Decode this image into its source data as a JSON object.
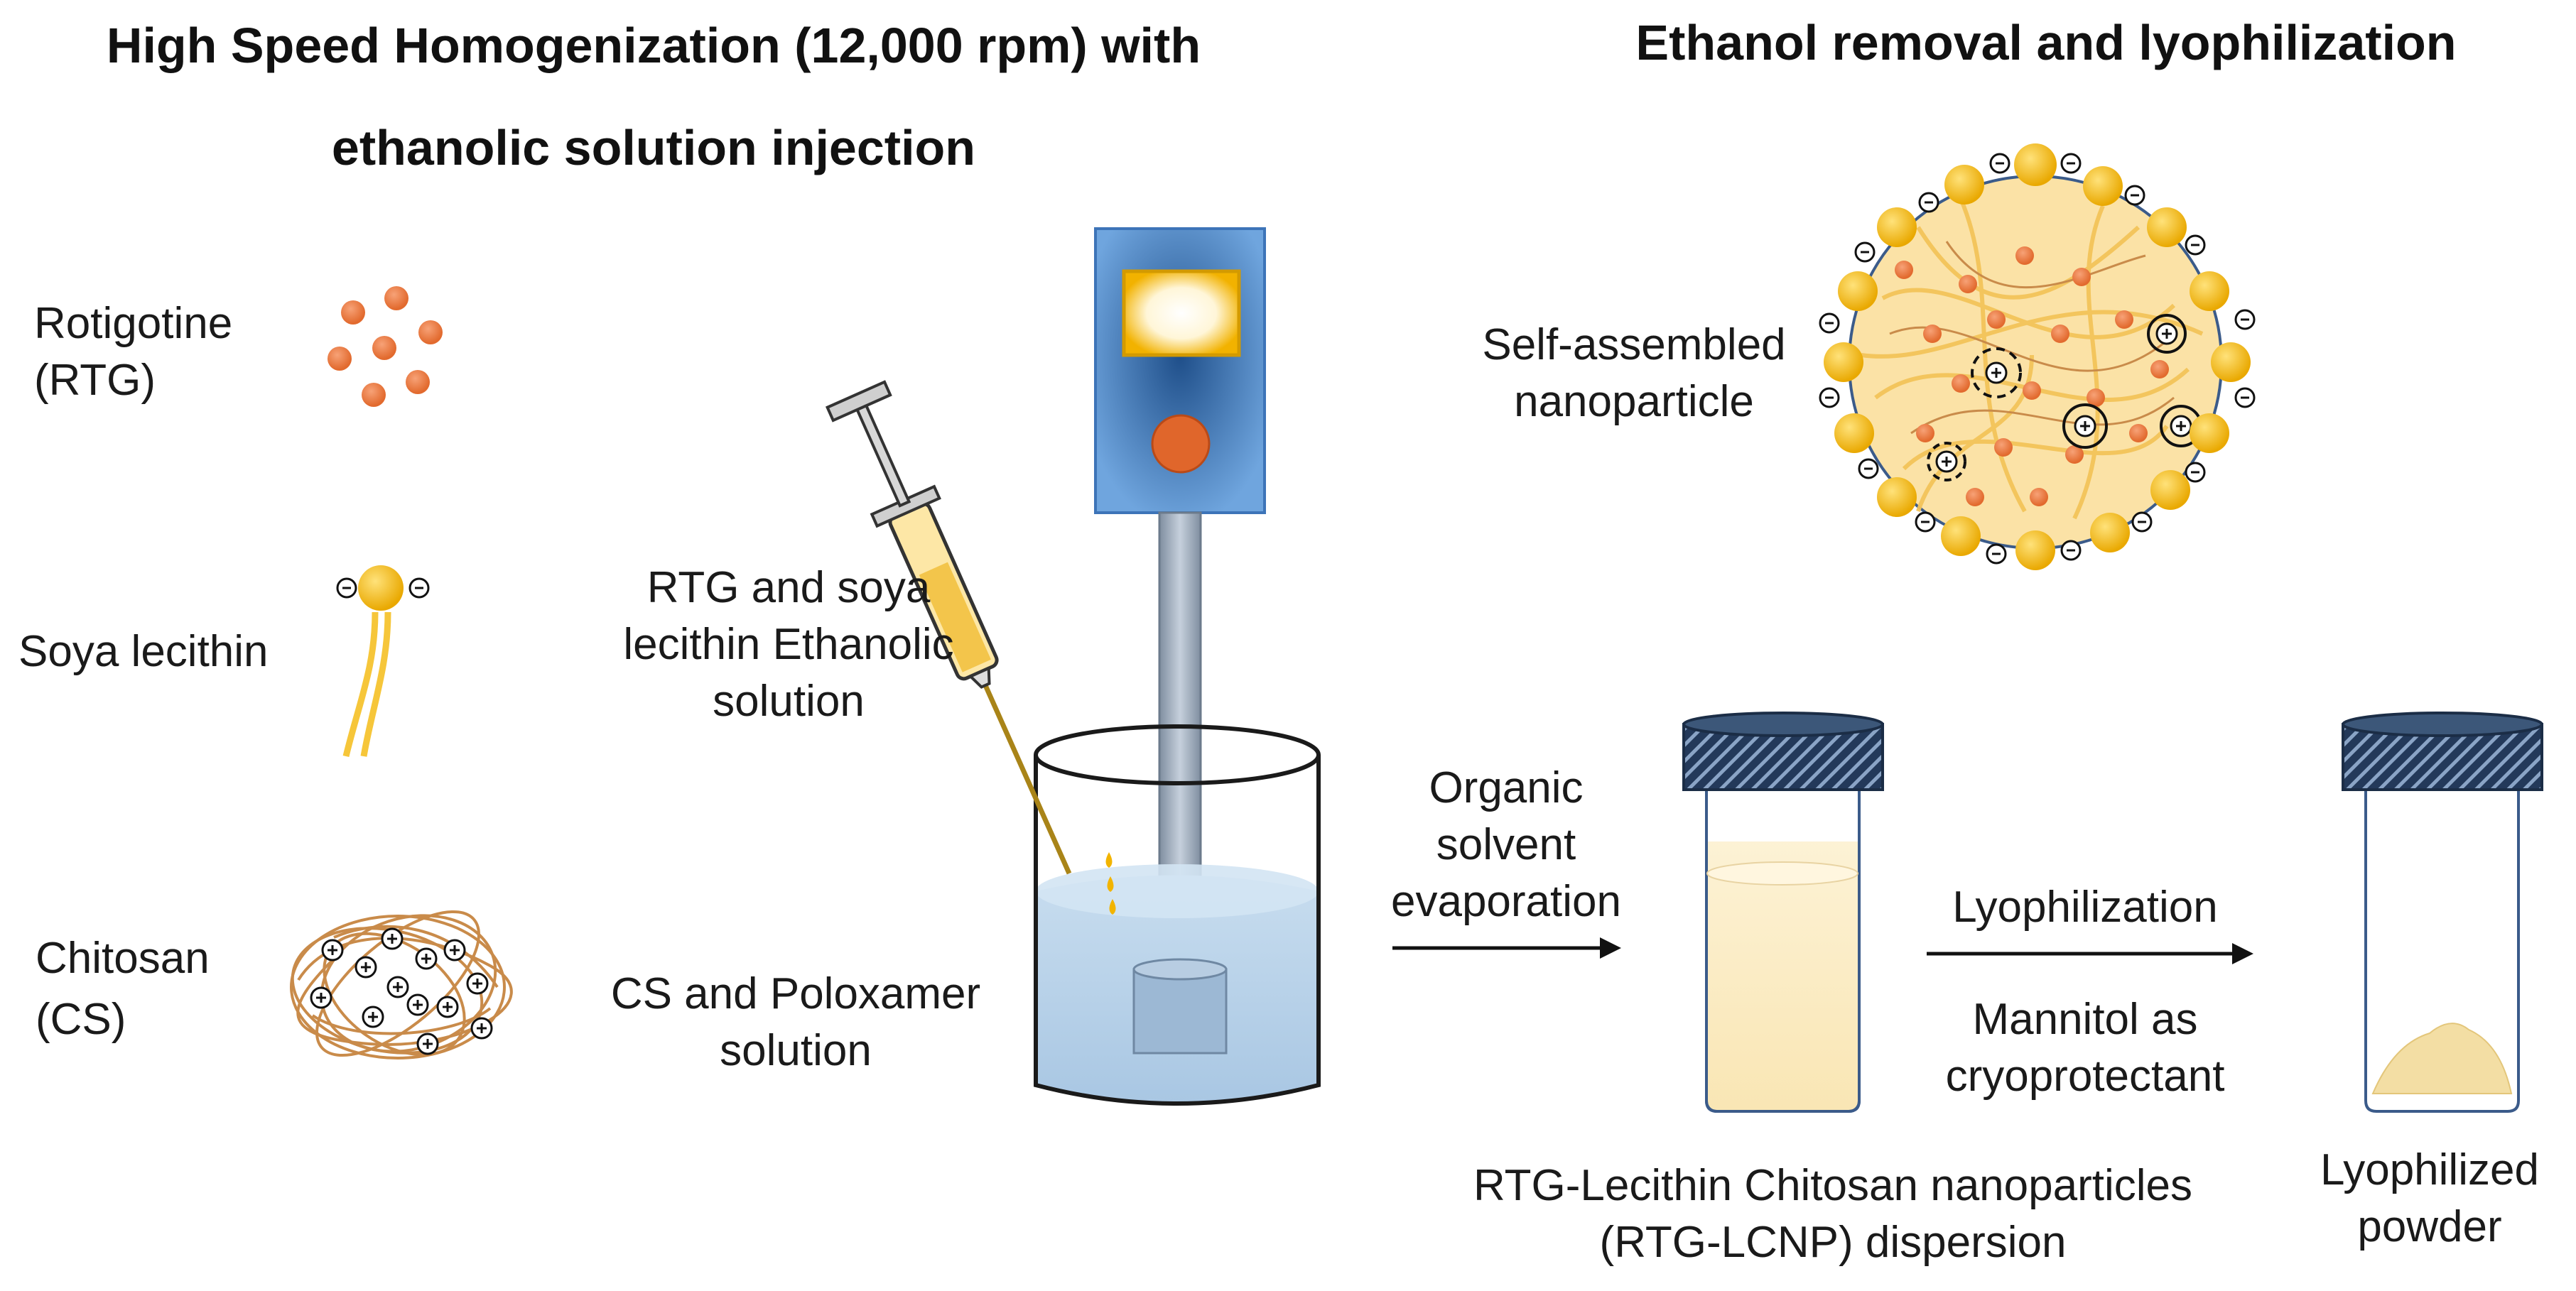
{
  "titles": {
    "left_line1": "High Speed Homogenization (12,000 rpm) with",
    "left_line2": "ethanolic solution injection",
    "right": "Ethanol removal and lyophilization"
  },
  "legend": {
    "rotigotine": [
      "Rotigotine",
      "(RTG)"
    ],
    "lecithin": "Soya lecithin",
    "chitosan": [
      "Chitosan",
      "(CS)"
    ]
  },
  "labels": {
    "syringe": [
      "RTG and soya",
      "lecithin Ethanolic",
      "solution"
    ],
    "beaker": [
      "CS and Poloxamer",
      "solution"
    ],
    "nanoparticle": [
      "Self-assembled",
      "nanoparticle"
    ],
    "evaporation": [
      "Organic",
      "solvent",
      "evaporation"
    ],
    "lyophilization": "Lyophilization",
    "cryoprotectant": [
      "Mannitol as",
      "cryoprotectant"
    ],
    "dispersion": [
      "RTG-Lecithin Chitosan nanoparticles",
      "(RTG-LCNP) dispersion"
    ],
    "powder": [
      "Lyophilized",
      "powder"
    ]
  },
  "colors": {
    "rtg_orange": "#e8713a",
    "lecithin_yellow": "#f2b400",
    "chitosan_brown": "#c98b4a",
    "homogenizer_blue": "#4a86c8",
    "solution_blue": "#b9d3e8",
    "cap_navy": "#1f3550",
    "dispersion_cream": "#fbedc6"
  },
  "icons": [
    "homogenizer-icon",
    "syringe-icon",
    "beaker-icon",
    "vial-icon",
    "nanoparticle-icon"
  ]
}
